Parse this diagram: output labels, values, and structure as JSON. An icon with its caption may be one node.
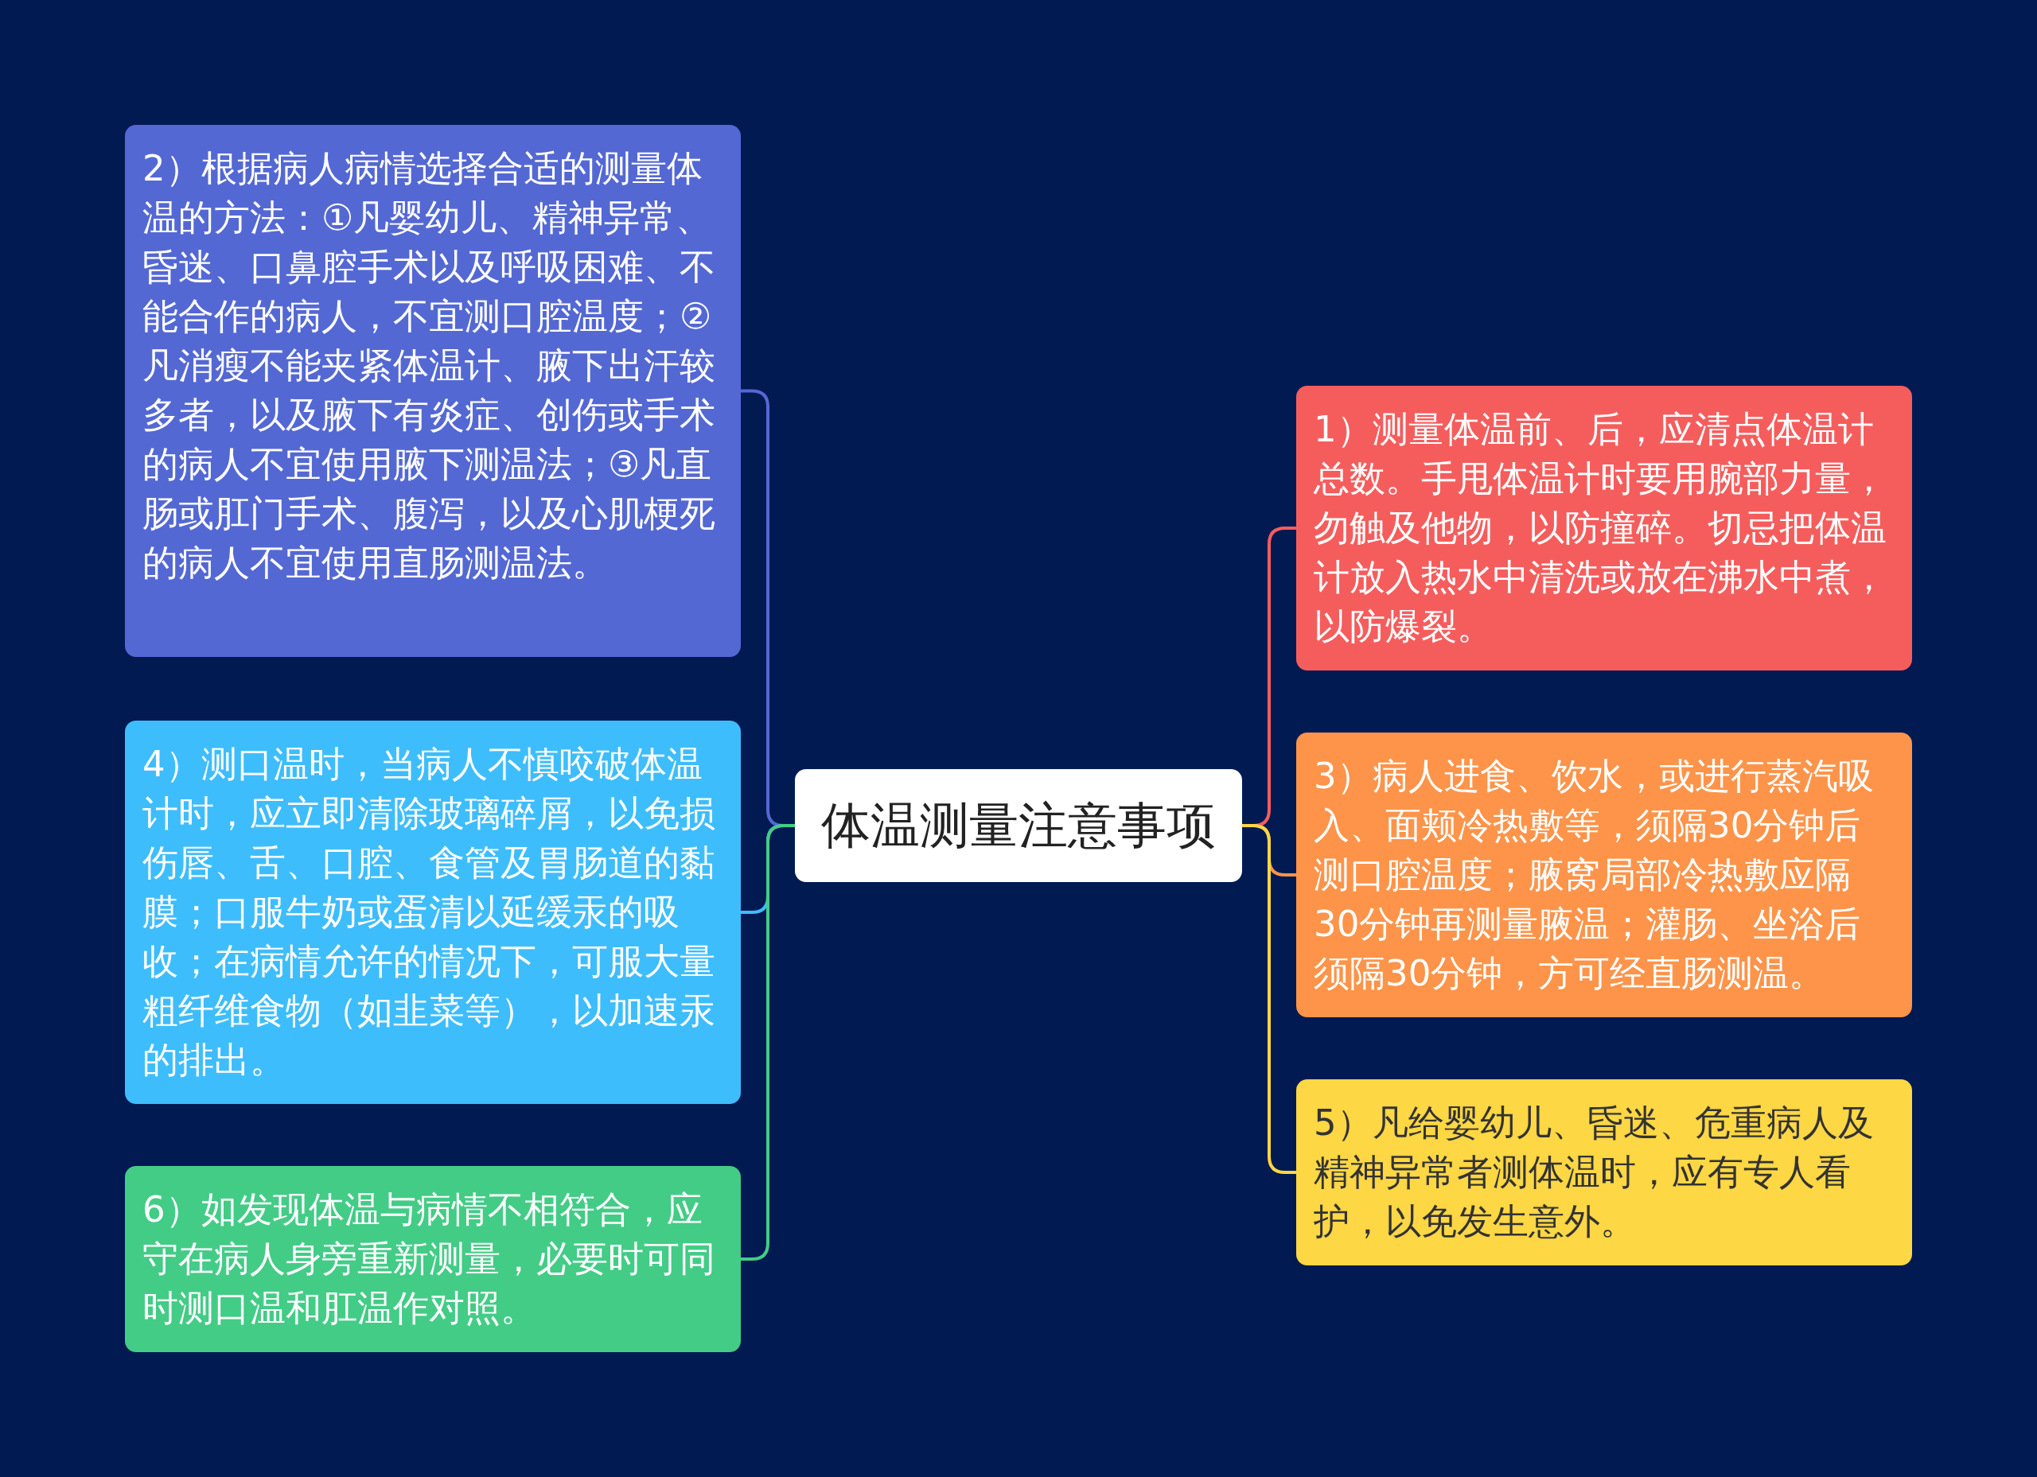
{
  "diagram": {
    "nodes": [
      {
        "text": [
          "体温测量注意事项"
        ]
      },
      {
        "text": [
          "1）测量体温前、后，应清点体温计总数。手甩体温计时要用腕部力量，勿触及他物，以防撞碎。切忌把体温计放入热水中清洗或放在沸水中煮，以防爆裂。"
        ]
      },
      {
        "text": [
          "2）根据病人病情选择合适的测量体温的方法：①凡婴幼儿、精神异常、昏迷、口鼻腔手术以及呼吸困难、不能合作的病人，不宜测口腔温度；②凡消瘦不能夹紧体温计、腋下出汗较多者，以及腋下有炎症、创伤或手术的病人不宜使用腋下测温法；③凡直肠或肛门手术、腹泻，以及心肌梗死的病人不宜使用直肠测温法。"
        ]
      },
      {
        "text": [
          "3）病人进食、饮水，或进行蒸汽吸入、面颊冷热敷等，须隔30分钟后测口腔温度；腋窝局部冷热敷应隔30分钟再测量腋温；灌肠、坐浴后须隔30分钟，方可经直肠测温。"
        ]
      },
      {
        "text": [
          "4）测口温时，当病人不慎咬破体温计时，应立即清除玻璃碎屑，以免损伤唇、舌、口腔、食管及胃肠道的黏膜；口服牛奶或蛋清以延缓汞的吸收；在病情允许的情况下，可服大量粗纤维食物（如韭菜等），以加速汞的排出。"
        ]
      },
      {
        "text": [
          "5）凡给婴幼儿、昏迷、危重病人及精神异常者测体温时，应有专人看护，以免发生意外。"
        ]
      },
      {
        "text": [
          "6）如发现体温与病情不相符合，应守在病人身旁重新测量，必要时可同时测口温和肛温作对照。"
        ]
      }
    ],
    "edges": [
      {
        "from": 0,
        "to": 1,
        "arrow": "none",
        "color": "#f55d5d"
      },
      {
        "from": 0,
        "to": 2,
        "arrow": "none",
        "color": "#5468d4"
      },
      {
        "from": 0,
        "to": 3,
        "arrow": "none",
        "color": "#fd944a"
      },
      {
        "from": 0,
        "to": 4,
        "arrow": "none",
        "color": "#3ebdfd"
      },
      {
        "from": 0,
        "to": 5,
        "arrow": "none",
        "color": "#fdd744"
      },
      {
        "from": 0,
        "to": 6,
        "arrow": "none",
        "color": "#43cc86"
      }
    ]
  }
}
